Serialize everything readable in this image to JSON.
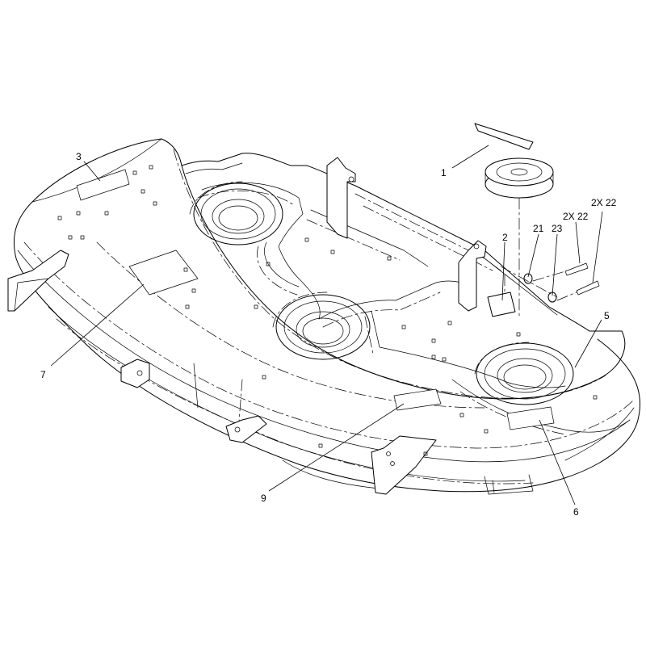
{
  "callouts": [
    {
      "id": "c1",
      "text": "1"
    },
    {
      "id": "c2",
      "text": "2"
    },
    {
      "id": "c3",
      "text": "3"
    },
    {
      "id": "c5",
      "text": "5"
    },
    {
      "id": "c6",
      "text": "6"
    },
    {
      "id": "c7",
      "text": "7"
    },
    {
      "id": "c9",
      "text": "9"
    },
    {
      "id": "c21",
      "text": "21"
    },
    {
      "id": "c23",
      "text": "23"
    },
    {
      "id": "c22a",
      "text": "2X 22"
    },
    {
      "id": "c22b",
      "text": "2X 22"
    }
  ]
}
